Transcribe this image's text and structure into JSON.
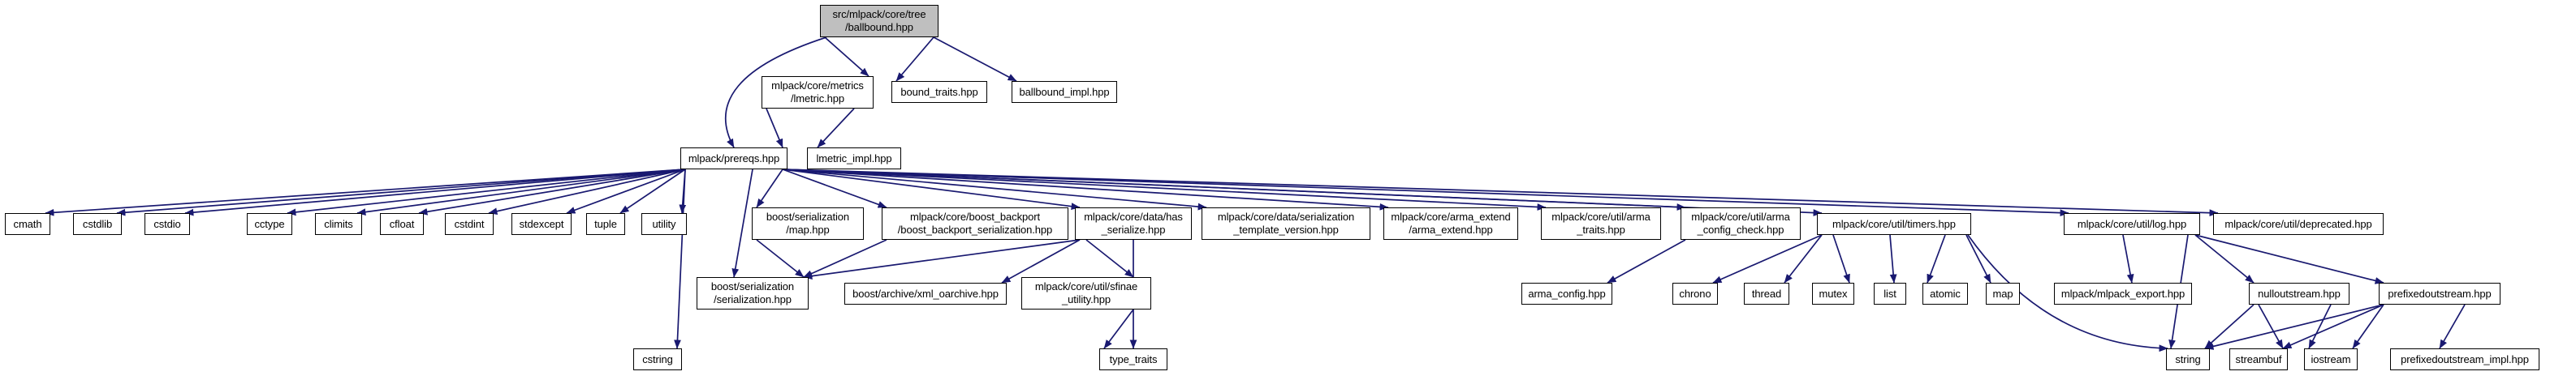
{
  "diagram": {
    "type": "include-dependency-graph",
    "root_id": "ballbound",
    "colors": {
      "edge": "#191970",
      "node_bg": "#ffffff",
      "node_border": "#000000",
      "root_bg": "#bfbfbf",
      "text": "#000000",
      "background": "#ffffff"
    },
    "nodes": [
      {
        "id": "ballbound",
        "label": "src/mlpack/core/tree\n/ballbound.hpp"
      },
      {
        "id": "lmetric",
        "label": "mlpack/core/metrics\n/lmetric.hpp"
      },
      {
        "id": "bound_traits",
        "label": "bound_traits.hpp"
      },
      {
        "id": "ballbound_impl",
        "label": "ballbound_impl.hpp"
      },
      {
        "id": "prereqs",
        "label": "mlpack/prereqs.hpp"
      },
      {
        "id": "lmetric_impl",
        "label": "lmetric_impl.hpp"
      },
      {
        "id": "cmath",
        "label": "cmath"
      },
      {
        "id": "cstdlib",
        "label": "cstdlib"
      },
      {
        "id": "cstdio",
        "label": "cstdio"
      },
      {
        "id": "cctype",
        "label": "cctype"
      },
      {
        "id": "climits",
        "label": "climits"
      },
      {
        "id": "cfloat",
        "label": "cfloat"
      },
      {
        "id": "cstdint",
        "label": "cstdint"
      },
      {
        "id": "stdexcept",
        "label": "stdexcept"
      },
      {
        "id": "tuple",
        "label": "tuple"
      },
      {
        "id": "utility",
        "label": "utility"
      },
      {
        "id": "ser_map",
        "label": "boost/serialization\n/map.hpp"
      },
      {
        "id": "backport",
        "label": "mlpack/core/boost_backport\n/boost_backport_serialization.hpp"
      },
      {
        "id": "has_serialize",
        "label": "mlpack/core/data/has\n_serialize.hpp"
      },
      {
        "id": "ser_tmpl_ver",
        "label": "mlpack/core/data/serialization\n_template_version.hpp"
      },
      {
        "id": "arma_extend",
        "label": "mlpack/core/arma_extend\n/arma_extend.hpp"
      },
      {
        "id": "arma_traits",
        "label": "mlpack/core/util/arma\n_traits.hpp"
      },
      {
        "id": "arma_config_check",
        "label": "mlpack/core/util/arma\n_config_check.hpp"
      },
      {
        "id": "timers",
        "label": "mlpack/core/util/timers.hpp"
      },
      {
        "id": "log",
        "label": "mlpack/core/util/log.hpp"
      },
      {
        "id": "deprecated",
        "label": "mlpack/core/util/deprecated.hpp"
      },
      {
        "id": "ser_ser",
        "label": "boost/serialization\n/serialization.hpp"
      },
      {
        "id": "xml_oarchive",
        "label": "boost/archive/xml_oarchive.hpp"
      },
      {
        "id": "sfinae",
        "label": "mlpack/core/util/sfinae\n_utility.hpp"
      },
      {
        "id": "arma_config",
        "label": "arma_config.hpp"
      },
      {
        "id": "chrono",
        "label": "chrono"
      },
      {
        "id": "thread",
        "label": "thread"
      },
      {
        "id": "mutex",
        "label": "mutex"
      },
      {
        "id": "list",
        "label": "list"
      },
      {
        "id": "atomic",
        "label": "atomic"
      },
      {
        "id": "map",
        "label": "map"
      },
      {
        "id": "mlpack_export",
        "label": "mlpack/mlpack_export.hpp"
      },
      {
        "id": "nulloutstream",
        "label": "nulloutstream.hpp"
      },
      {
        "id": "prefixedoutstream",
        "label": "prefixedoutstream.hpp"
      },
      {
        "id": "cstring",
        "label": "cstring"
      },
      {
        "id": "type_traits",
        "label": "type_traits"
      },
      {
        "id": "string",
        "label": "string"
      },
      {
        "id": "streambuf",
        "label": "streambuf"
      },
      {
        "id": "iostream",
        "label": "iostream"
      },
      {
        "id": "prefixedoutstream_impl",
        "label": "prefixedoutstream_impl.hpp"
      }
    ],
    "edges": [
      {
        "from": "ballbound",
        "to": "lmetric"
      },
      {
        "from": "ballbound",
        "to": "bound_traits"
      },
      {
        "from": "ballbound",
        "to": "ballbound_impl"
      },
      {
        "from": "ballbound",
        "to": "prereqs"
      },
      {
        "from": "lmetric",
        "to": "prereqs"
      },
      {
        "from": "lmetric",
        "to": "lmetric_impl"
      },
      {
        "from": "prereqs",
        "to": "cmath"
      },
      {
        "from": "prereqs",
        "to": "cstdlib"
      },
      {
        "from": "prereqs",
        "to": "cstdio"
      },
      {
        "from": "prereqs",
        "to": "cstring"
      },
      {
        "from": "prereqs",
        "to": "cctype"
      },
      {
        "from": "prereqs",
        "to": "climits"
      },
      {
        "from": "prereqs",
        "to": "cfloat"
      },
      {
        "from": "prereqs",
        "to": "cstdint"
      },
      {
        "from": "prereqs",
        "to": "stdexcept"
      },
      {
        "from": "prereqs",
        "to": "tuple"
      },
      {
        "from": "prereqs",
        "to": "utility"
      },
      {
        "from": "prereqs",
        "to": "ser_map"
      },
      {
        "from": "prereqs",
        "to": "ser_ser"
      },
      {
        "from": "prereqs",
        "to": "backport"
      },
      {
        "from": "prereqs",
        "to": "has_serialize"
      },
      {
        "from": "prereqs",
        "to": "ser_tmpl_ver"
      },
      {
        "from": "prereqs",
        "to": "arma_extend"
      },
      {
        "from": "prereqs",
        "to": "arma_traits"
      },
      {
        "from": "prereqs",
        "to": "arma_config_check"
      },
      {
        "from": "prereqs",
        "to": "timers"
      },
      {
        "from": "prereqs",
        "to": "log"
      },
      {
        "from": "prereqs",
        "to": "deprecated"
      },
      {
        "from": "ser_map",
        "to": "ser_ser"
      },
      {
        "from": "backport",
        "to": "ser_ser"
      },
      {
        "from": "has_serialize",
        "to": "ser_ser"
      },
      {
        "from": "has_serialize",
        "to": "xml_oarchive"
      },
      {
        "from": "has_serialize",
        "to": "sfinae"
      },
      {
        "from": "has_serialize",
        "to": "type_traits"
      },
      {
        "from": "sfinae",
        "to": "type_traits"
      },
      {
        "from": "arma_config_check",
        "to": "arma_config"
      },
      {
        "from": "timers",
        "to": "chrono"
      },
      {
        "from": "timers",
        "to": "thread"
      },
      {
        "from": "timers",
        "to": "mutex"
      },
      {
        "from": "timers",
        "to": "list"
      },
      {
        "from": "timers",
        "to": "atomic"
      },
      {
        "from": "timers",
        "to": "map"
      },
      {
        "from": "timers",
        "to": "string"
      },
      {
        "from": "log",
        "to": "string"
      },
      {
        "from": "log",
        "to": "mlpack_export"
      },
      {
        "from": "log",
        "to": "nulloutstream"
      },
      {
        "from": "log",
        "to": "prefixedoutstream"
      },
      {
        "from": "nulloutstream",
        "to": "iostream"
      },
      {
        "from": "nulloutstream",
        "to": "streambuf"
      },
      {
        "from": "nulloutstream",
        "to": "string"
      },
      {
        "from": "prefixedoutstream",
        "to": "iostream"
      },
      {
        "from": "prefixedoutstream",
        "to": "streambuf"
      },
      {
        "from": "prefixedoutstream",
        "to": "string"
      },
      {
        "from": "prefixedoutstream",
        "to": "prefixedoutstream_impl"
      }
    ]
  }
}
